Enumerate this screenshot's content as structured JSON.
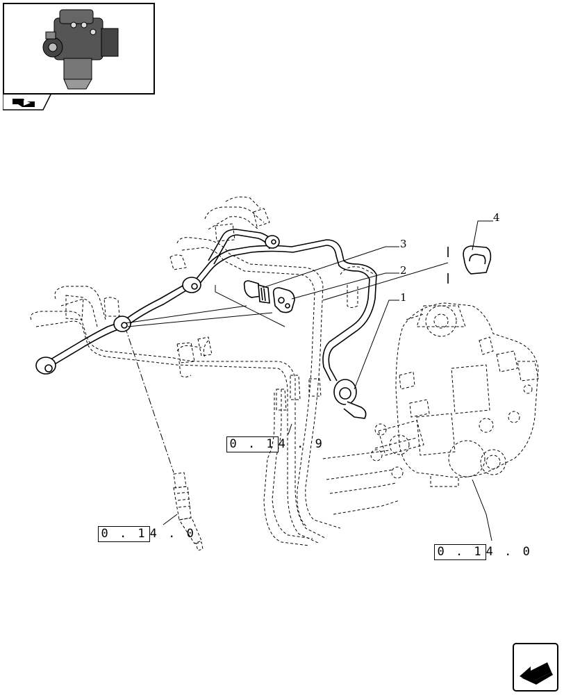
{
  "callouts": [
    {
      "id": "4",
      "label": "4"
    },
    {
      "id": "3",
      "label": "3"
    },
    {
      "id": "2",
      "label": "2"
    },
    {
      "id": "1",
      "label": "1"
    }
  ],
  "references": [
    {
      "id": "ref-upper",
      "boxed": "0 . 1",
      "rest": "4 . 9"
    },
    {
      "id": "ref-left",
      "boxed": "0 . 1",
      "rest": "4 . 0"
    },
    {
      "id": "ref-right",
      "boxed": "0 . 1",
      "rest": "4 . 0"
    }
  ],
  "icons": {
    "thumbnail": "engine-thumbnail-icon",
    "tab": "book-pointer-icon",
    "nav": "next-page-arrow-icon"
  },
  "colors": {
    "line": "#000000",
    "background": "#ffffff"
  }
}
